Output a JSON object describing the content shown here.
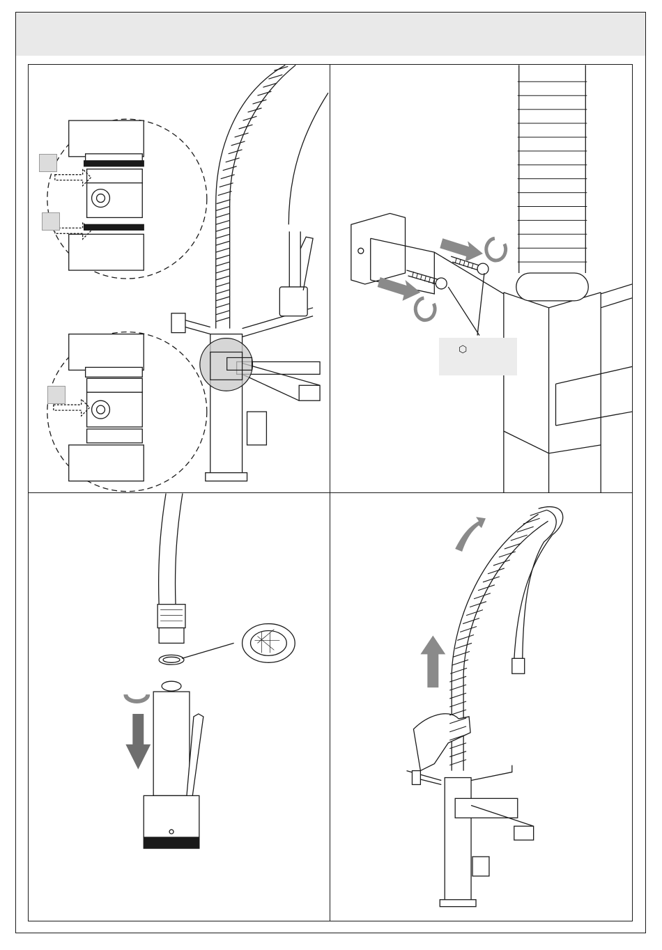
{
  "header": {
    "title": ""
  },
  "panels": [
    {
      "id": "step-1",
      "label": ""
    },
    {
      "id": "step-2",
      "label": ""
    },
    {
      "id": "step-3",
      "label": ""
    },
    {
      "id": "step-4",
      "label": ""
    }
  ],
  "tool_callout": {
    "icon": "hex-key-icon",
    "glyph": "⬡"
  },
  "colors": {
    "line": "#1a1a1a",
    "arrow_fill": "#8a8a8a",
    "highlight_circle": "#c8c8c8",
    "header_band": "#e9e9e9"
  }
}
